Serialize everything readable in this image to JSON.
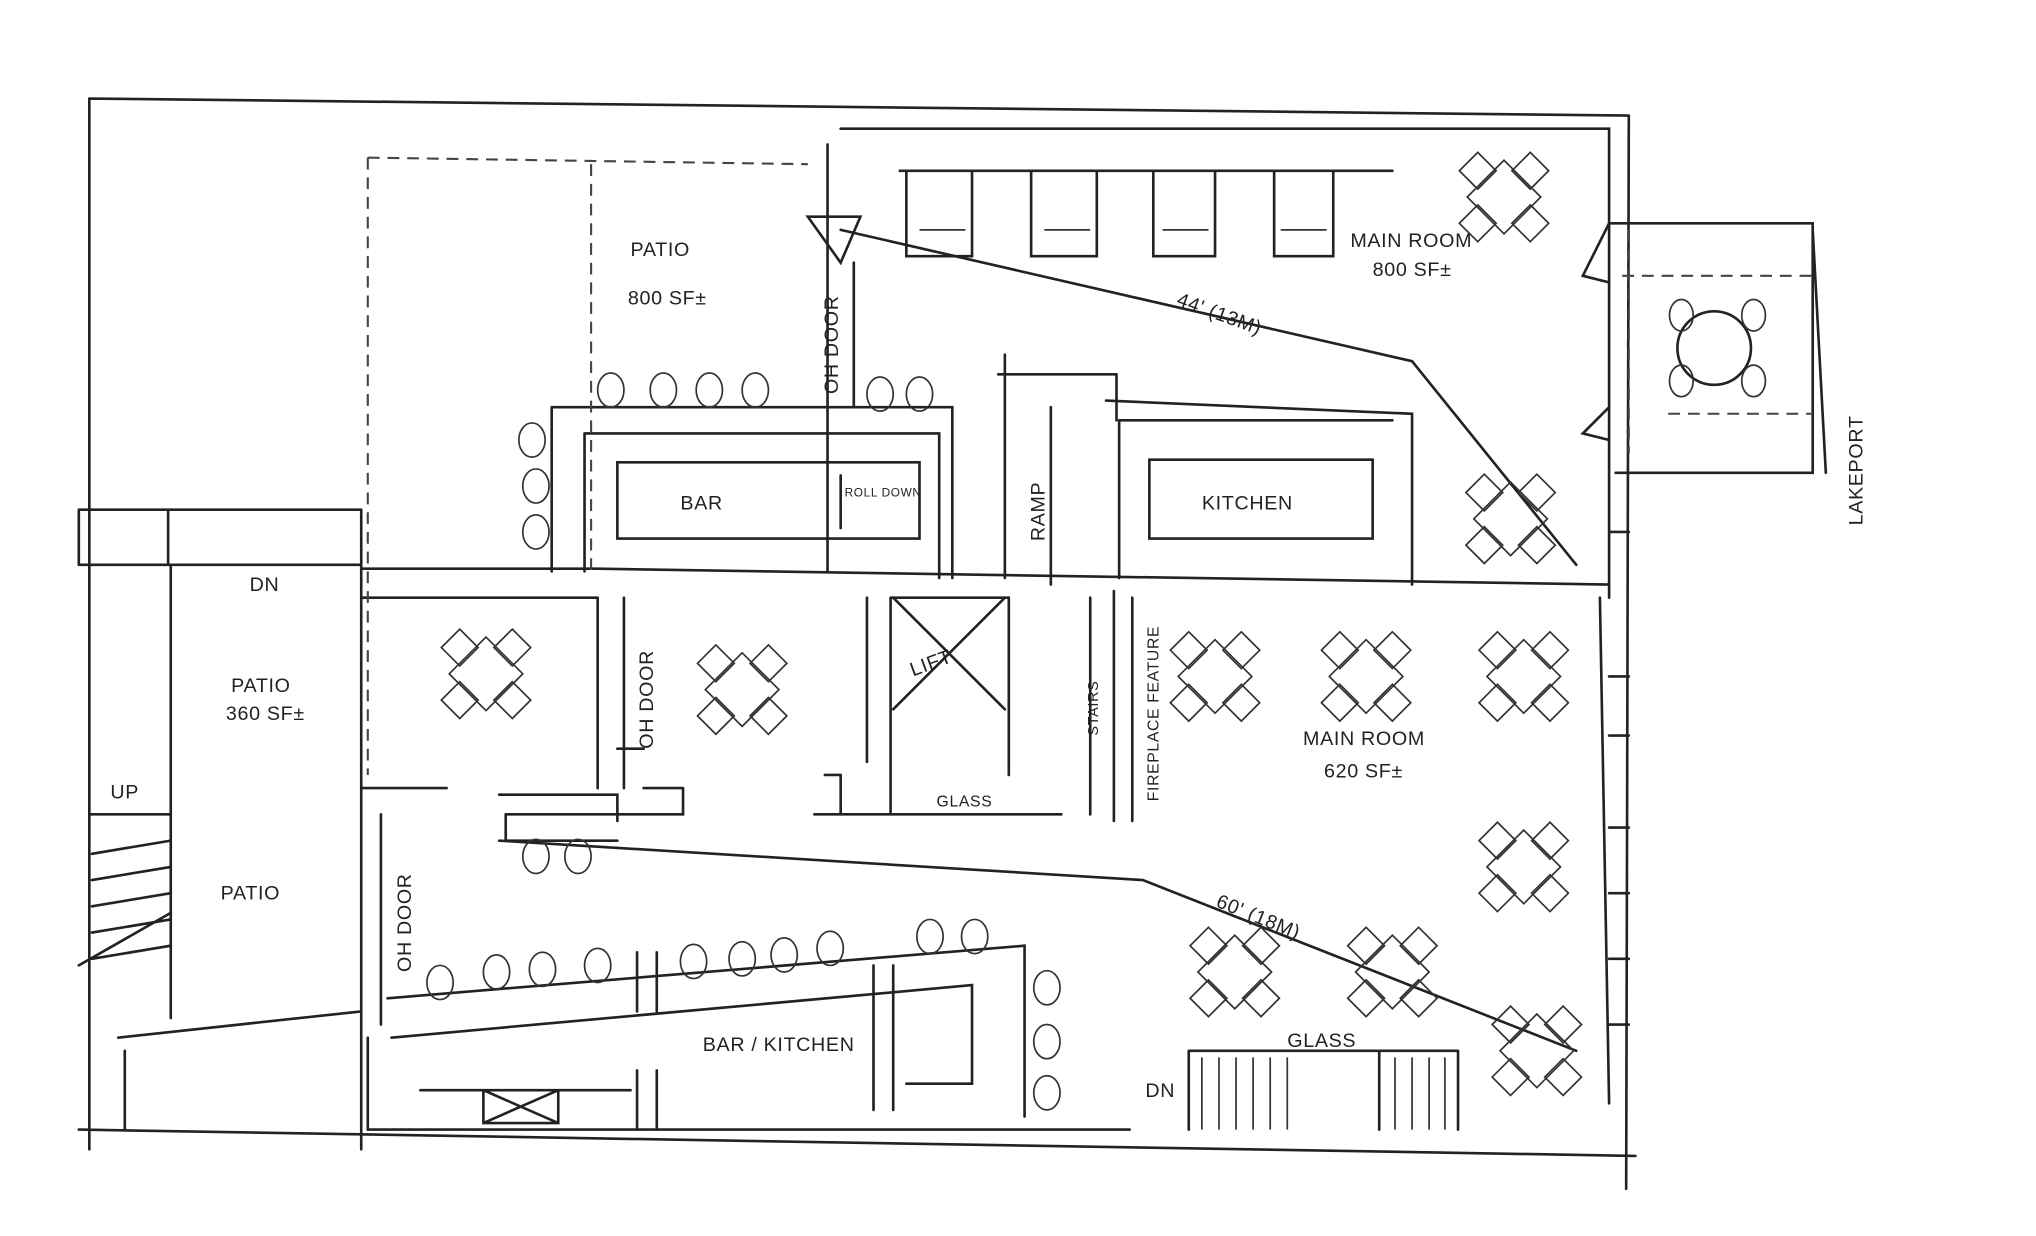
{
  "plan": {
    "patio_upper": {
      "name": "PATIO",
      "area": "800 SF±"
    },
    "main_room_upper": {
      "name": "MAIN ROOM",
      "area": "800 SF±"
    },
    "dimension_upper": "44' (13M)",
    "oh_door_upper": "OH DOOR",
    "bar": "BAR",
    "roll_down": "ROLL DOWN",
    "ramp": "RAMP",
    "kitchen": "KITCHEN",
    "lakefront": "LAKEPORT",
    "dn_upper": "DN",
    "patio_left": {
      "name": "PATIO",
      "area": "360 SF±"
    },
    "oh_door_middle": "OH DOOR",
    "lift": "LIFT",
    "stairs": "STAIRS",
    "fireplace": "FIREPLACE FEATURE",
    "main_room_lower": {
      "name": "MAIN ROOM",
      "area": "620 SF±"
    },
    "glass_middle": "GLASS",
    "up": "UP",
    "patio_lower": "PATIO",
    "oh_door_lower": "OH DOOR",
    "dimension_lower": "60' (18M)",
    "bar_kitchen": "BAR / KITCHEN",
    "glass_lower": "GLASS",
    "dn_lower": "DN"
  }
}
